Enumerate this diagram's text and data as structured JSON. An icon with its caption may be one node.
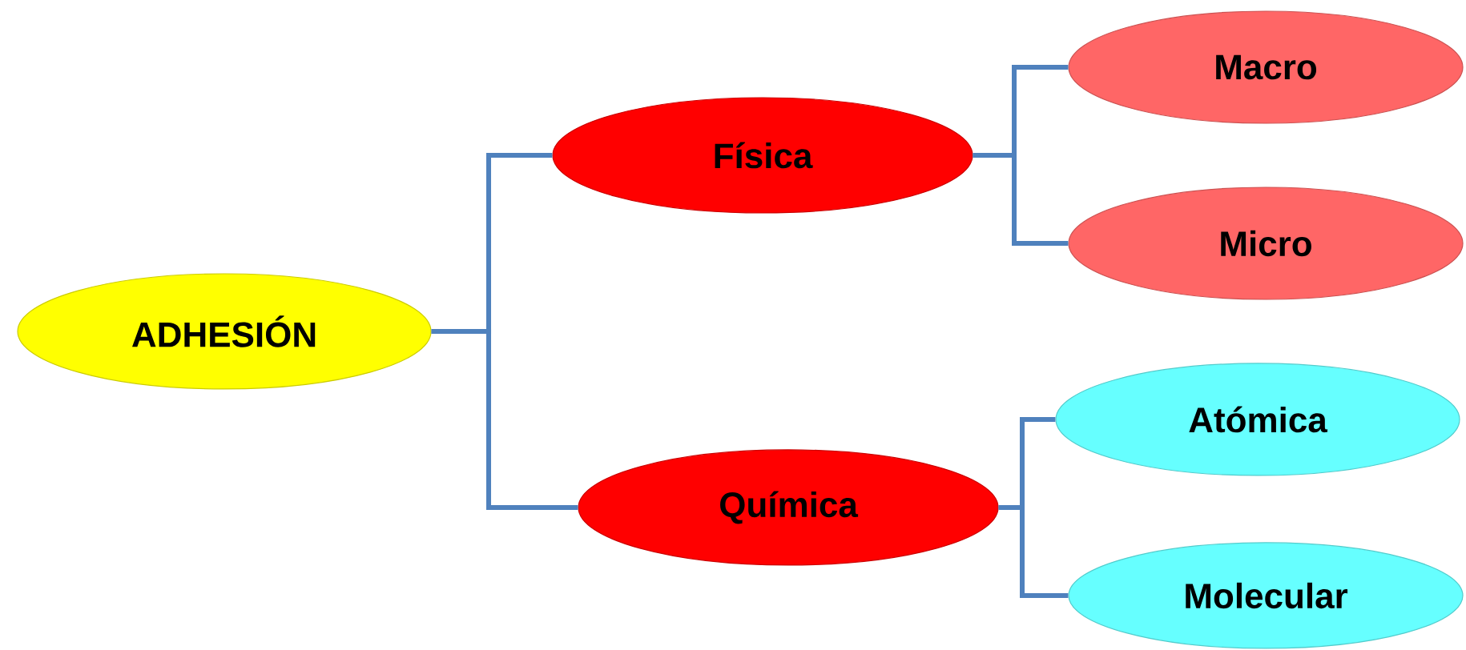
{
  "diagram": {
    "nodes": [
      {
        "text": [
          "ADHESIÓN"
        ]
      },
      {
        "text": [
          "Física"
        ]
      },
      {
        "text": [
          "Química"
        ]
      },
      {
        "text": [
          "Macro"
        ]
      },
      {
        "text": [
          "Micro"
        ]
      },
      {
        "text": [
          "Atómica"
        ]
      },
      {
        "text": [
          "Molecular"
        ]
      }
    ],
    "edges": [
      {
        "from": 0,
        "to": 1,
        "arrow": "none"
      },
      {
        "from": 0,
        "to": 2,
        "arrow": "none"
      },
      {
        "from": 1,
        "to": 3,
        "arrow": "none"
      },
      {
        "from": 1,
        "to": 4,
        "arrow": "none"
      },
      {
        "from": 2,
        "to": 5,
        "arrow": "none"
      },
      {
        "from": 2,
        "to": 6,
        "arrow": "none"
      }
    ]
  }
}
